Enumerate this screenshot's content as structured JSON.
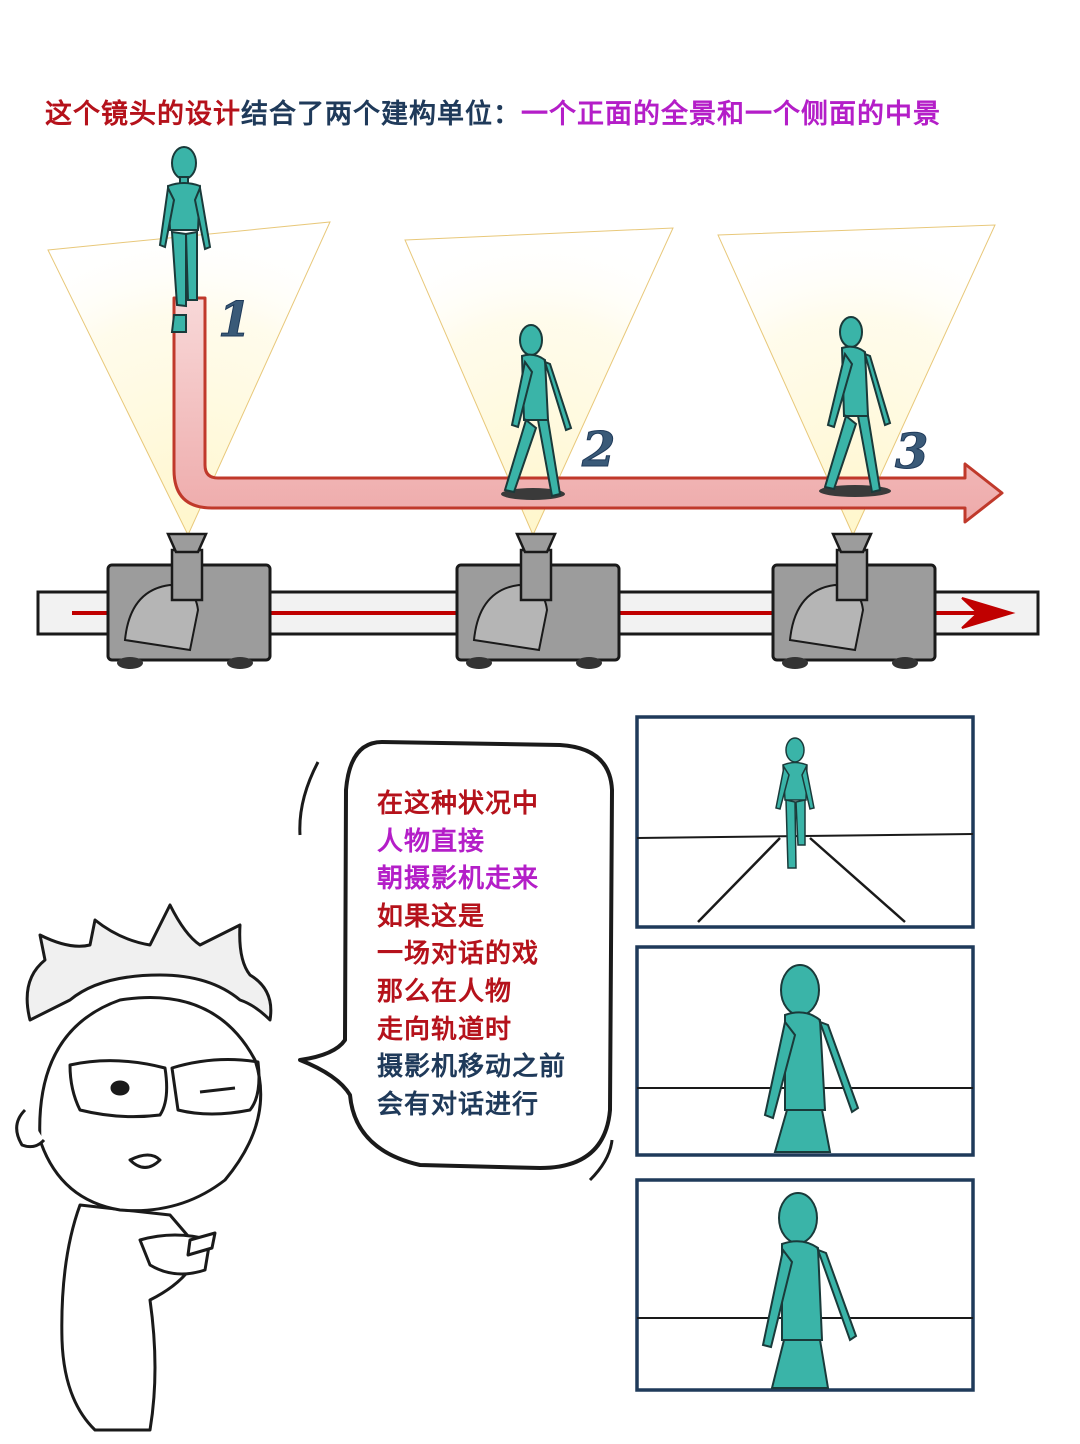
{
  "title": {
    "part1": "这个镜头的设计",
    "part2": "结合了两个建构单位：",
    "part3": "一个正面的全景和一个侧面的中景"
  },
  "labels": {
    "pos1": "1",
    "pos2": "2",
    "pos3": "3"
  },
  "bubble": {
    "lines": [
      "在这种状况中",
      "人物直接",
      "朝摄影机走来",
      "如果这是",
      "一场对话的戏",
      "那么在人物",
      "走向轨道时",
      "摄影机移动之前",
      "会有对话进行"
    ]
  },
  "colors": {
    "red": "#b5121b",
    "blue": "#1f3a5a",
    "purple": "#b41ec8",
    "figure": "#3ab4a8",
    "path_fill": "#f3c4c4",
    "path_stroke": "#c0392b",
    "track_red": "#c00000",
    "dolly_gray": "#9a9a9a",
    "cone": "#fff3b8"
  }
}
